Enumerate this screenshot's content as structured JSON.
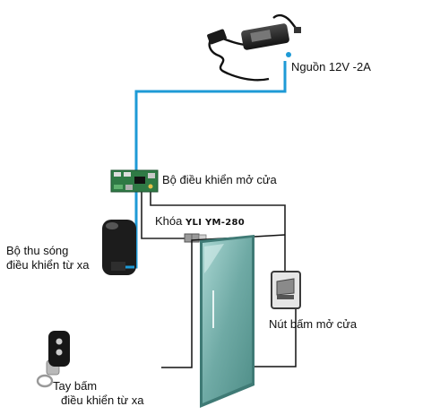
{
  "labels": {
    "power_supply": "Nguồn 12V -2A",
    "controller": "Bộ điều khiển mở cửa",
    "lock_prefix": "Khóa",
    "lock_model": "YLI YM-280",
    "receiver_line1": "Bộ thu sóng",
    "receiver_line2": "điều khiển từ xa",
    "exit_button": "Nút bấm mở cửa",
    "remote_line1": "Tay bấm",
    "remote_line2": "điều khiển từ xa"
  },
  "colors": {
    "cable_blue": "#1e9ad6",
    "cable_black": "#222222",
    "glass": "#7fb7b2",
    "pcb": "#2f7a45"
  },
  "icons": [
    "power-adapter-icon",
    "controller-board-icon",
    "magnetic-lock-icon",
    "receiver-icon",
    "glass-door-icon",
    "exit-button-icon",
    "remote-control-icon"
  ]
}
